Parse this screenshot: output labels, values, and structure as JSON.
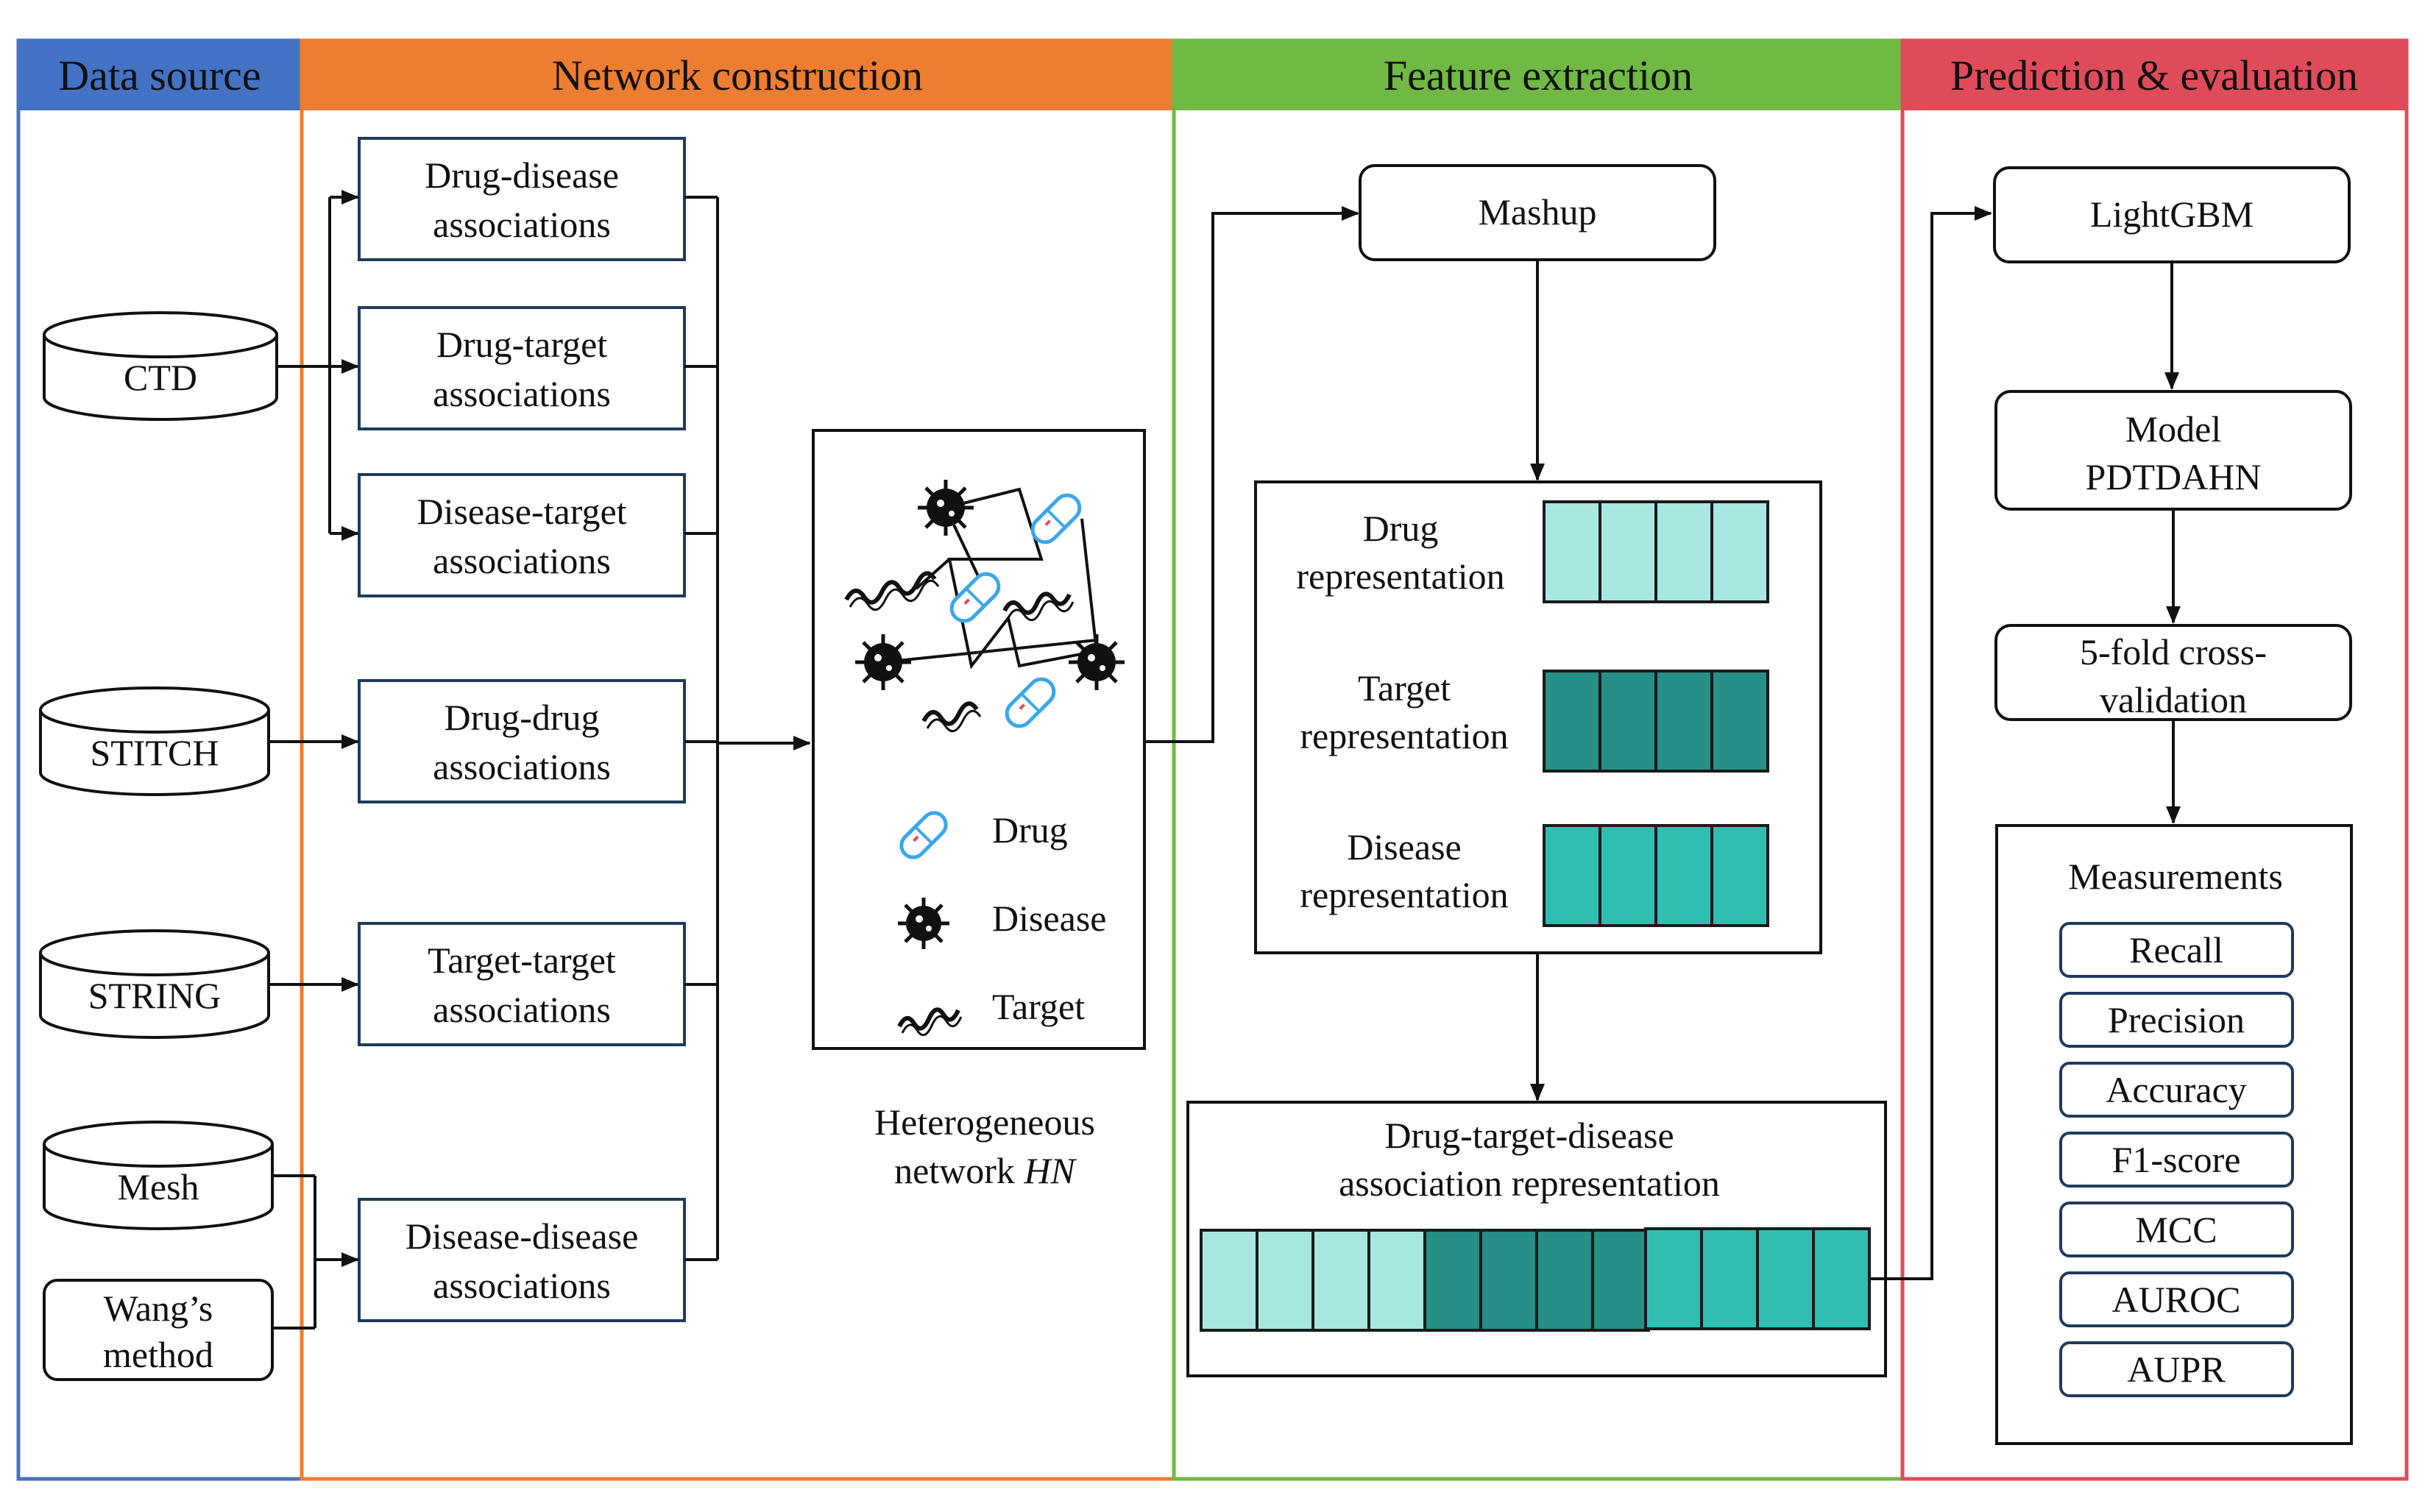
{
  "colors": {
    "data_source": "#4472C4",
    "network_construction": "#ED7D31",
    "feature_extraction": "#70B944",
    "prediction_evaluation": "#E04B5A",
    "light_teal": "#A8E6E0",
    "dark_teal": "#268F86",
    "mid_teal": "#2EBFB2",
    "drug_icon": "#3BA7E8"
  },
  "panels": {
    "data_source": "Data source",
    "network_construction": "Network construction",
    "feature_extraction": "Feature extraction",
    "prediction_evaluation": "Prediction & evaluation"
  },
  "databases": {
    "ctd": "CTD",
    "stitch": "STITCH",
    "string": "STRING",
    "mesh": "Mesh",
    "wangs_line1": "Wang’s",
    "wangs_line2": "method"
  },
  "associations": {
    "drug_disease": [
      "Drug-disease",
      "associations"
    ],
    "drug_target": [
      "Drug-target",
      "associations"
    ],
    "disease_target": [
      "Disease-target",
      "associations"
    ],
    "drug_drug": [
      "Drug-drug",
      "associations"
    ],
    "target_target": [
      "Target-target",
      "associations"
    ],
    "disease_disease": [
      "Disease-disease",
      "associations"
    ]
  },
  "network": {
    "legend_drug": "Drug",
    "legend_disease": "Disease",
    "legend_target": "Target",
    "caption_line1": "Heterogeneous",
    "caption_line2_prefix": "network ",
    "caption_line2_italic": "HN"
  },
  "features": {
    "mashup": "Mashup",
    "drug_rep": [
      "Drug",
      "representation"
    ],
    "target_rep": [
      "Target",
      "representation"
    ],
    "disease_rep": [
      "Disease",
      "representation"
    ],
    "dtd_rep": [
      "Drug-target-disease",
      "association representation"
    ]
  },
  "prediction": {
    "lightgbm": "LightGBM",
    "model": [
      "Model",
      "PDTDAHN"
    ],
    "cv": [
      "5-fold cross-",
      "validation"
    ],
    "measurements_title": "Measurements",
    "measurements": [
      "Recall",
      "Precision",
      "Accuracy",
      "F1-score",
      "MCC",
      "AUROC",
      "AUPR"
    ]
  }
}
